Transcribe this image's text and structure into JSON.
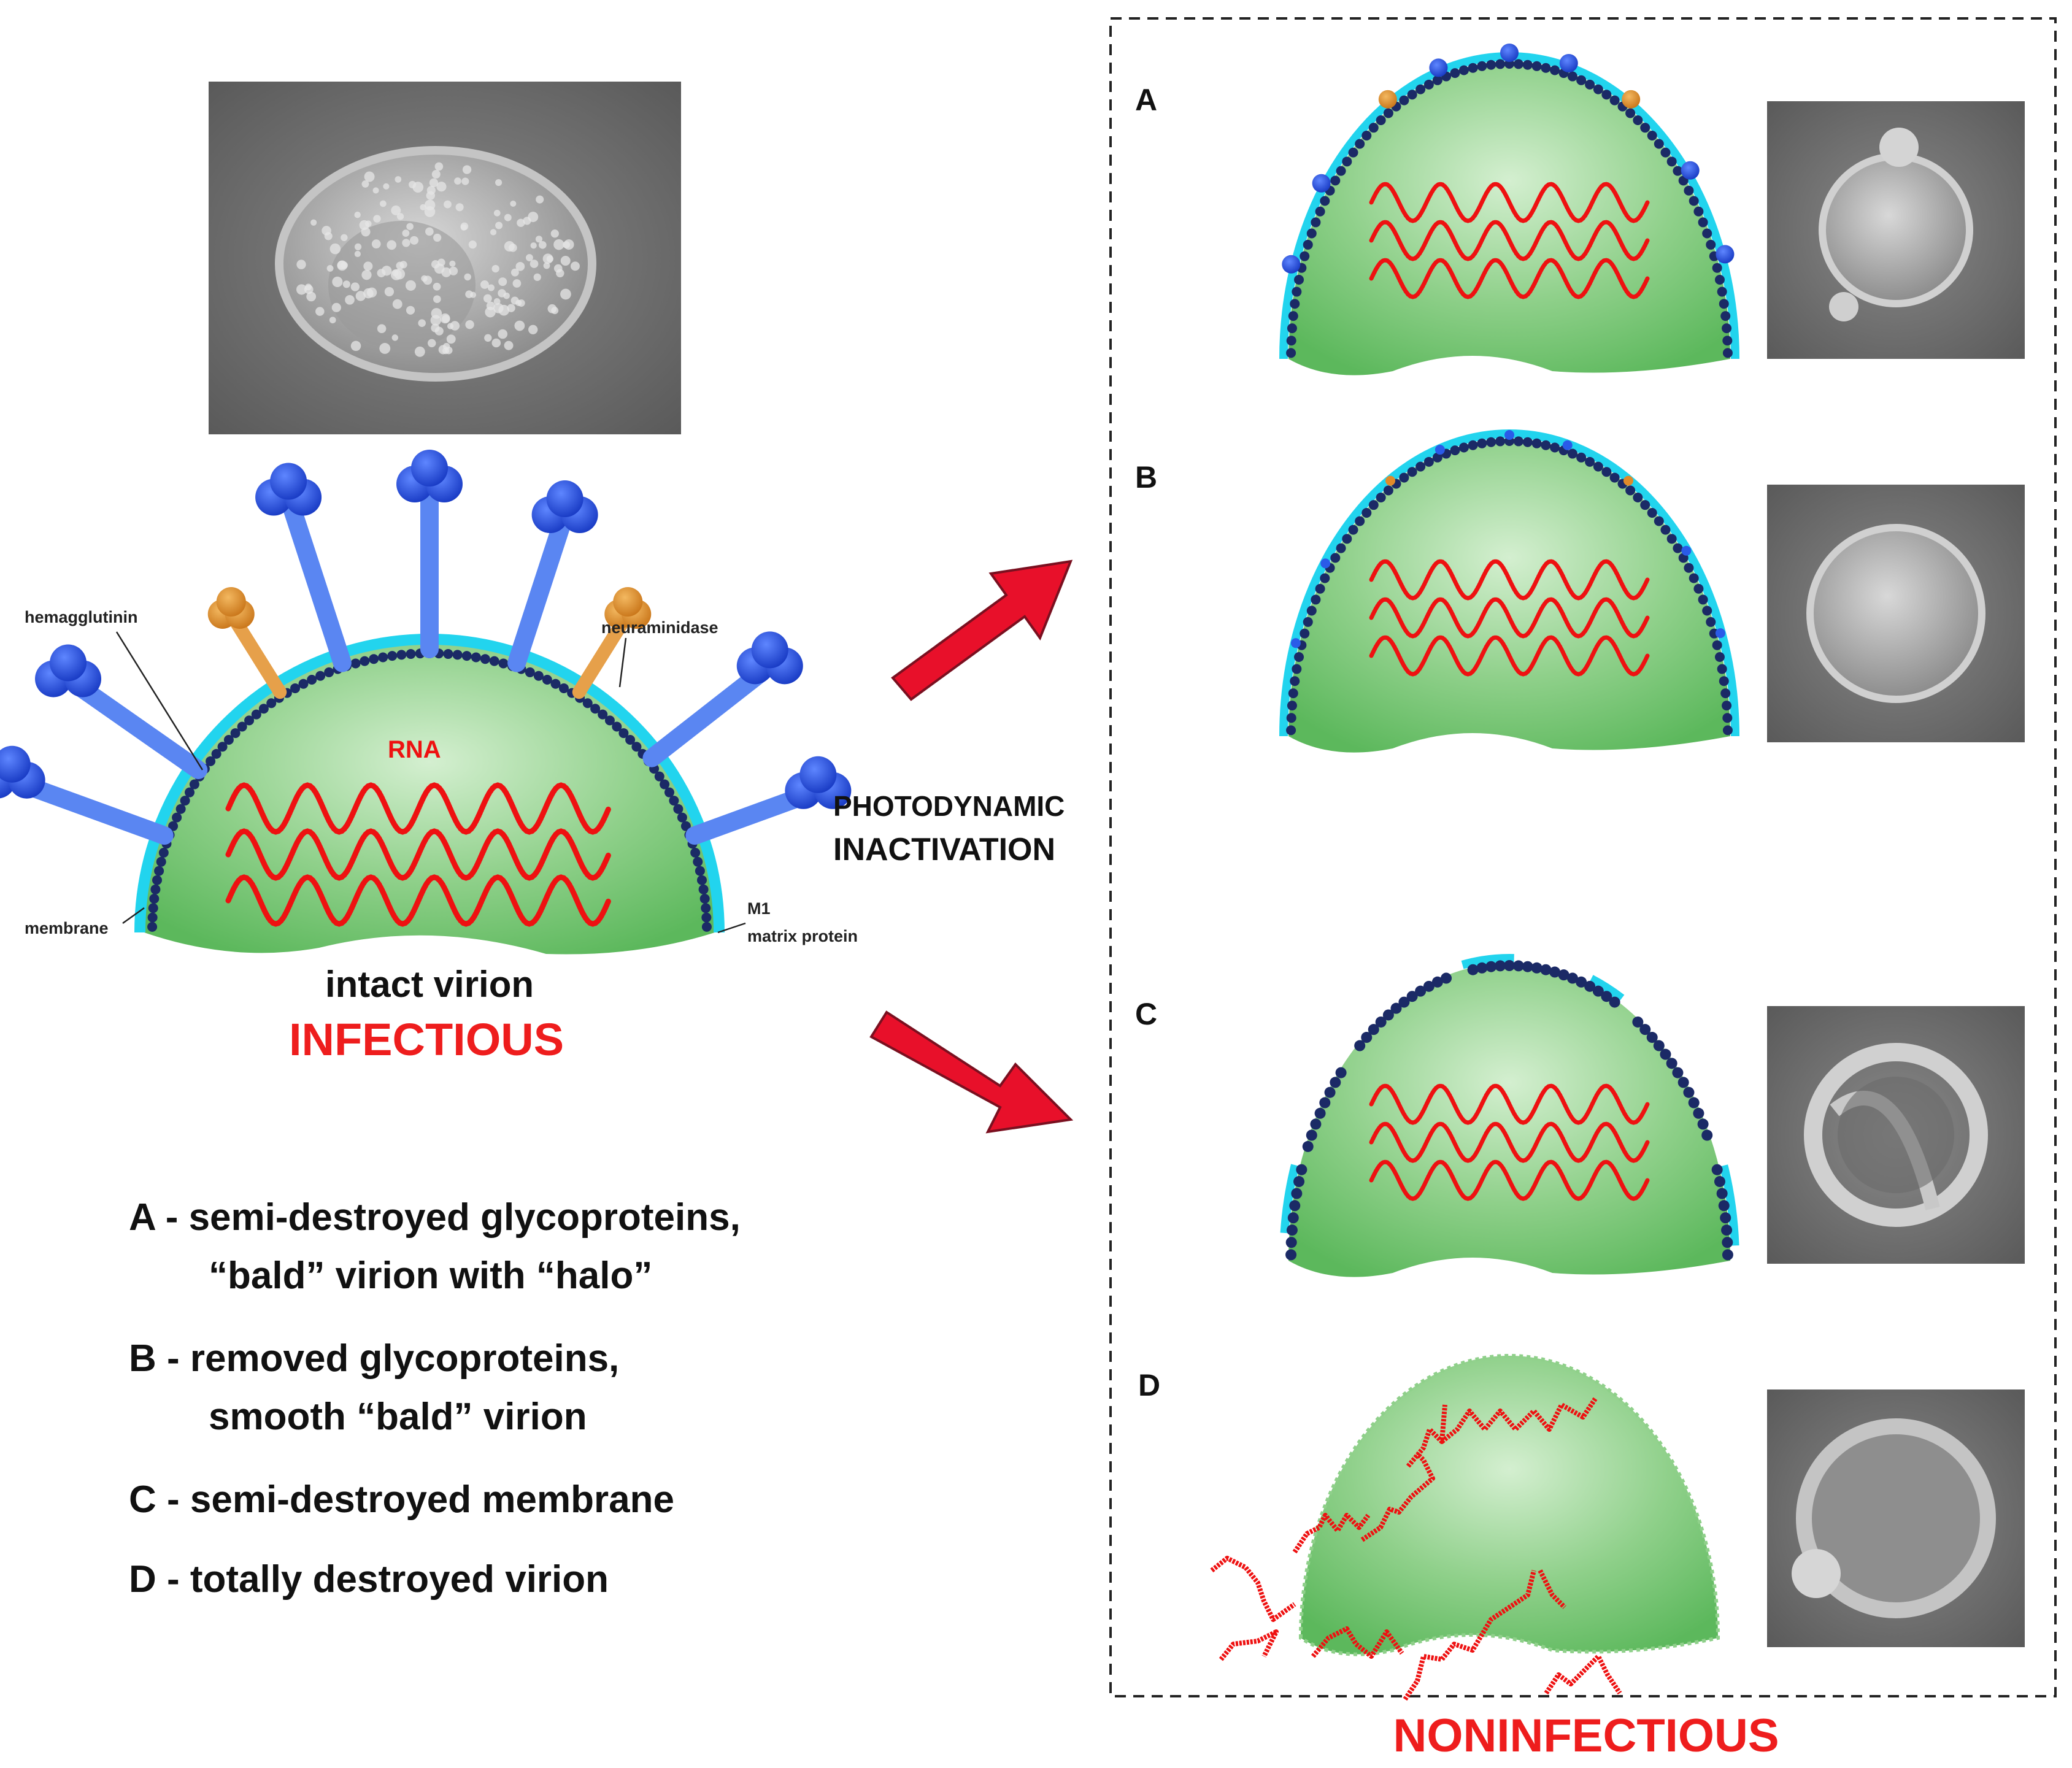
{
  "labels": {
    "hemagglutinin": "hemagglutinin",
    "neuraminidase": "neuraminidase",
    "rna": "RNA",
    "membrane": "membrane",
    "m1_line1": "M1",
    "m1_line2": "matrix protein",
    "intact": "intact virion",
    "infectious": "INFECTIOUS",
    "pdi_line1": "PHOTODYNAMIC",
    "pdi_line2": "INACTIVATION",
    "noninfectious": "NONINFECTIOUS"
  },
  "panels": [
    {
      "letter": "A"
    },
    {
      "letter": "B"
    },
    {
      "letter": "C"
    },
    {
      "letter": "D"
    }
  ],
  "legend": {
    "a_line1": "A - semi-destroyed glycoproteins,",
    "a_line2": "“bald” virion with “halo”",
    "b_line1": "B - removed glycoproteins,",
    "b_line2": "smooth “bald” virion",
    "c_line1": "C - semi-destroyed membrane",
    "d_line1": "D - totally destroyed virion"
  },
  "colors": {
    "virion_green": "#6cc46c",
    "rna_red": "#ee1111",
    "membrane_cyan": "#22d4ee",
    "matrix_navy": "#1b2a66",
    "hemagglutinin_blue": "#2a5be8",
    "neuraminidase_orange": "#e08a2a",
    "arrow_red": "#e8102a",
    "infectious_red": "#ee1d1d"
  }
}
